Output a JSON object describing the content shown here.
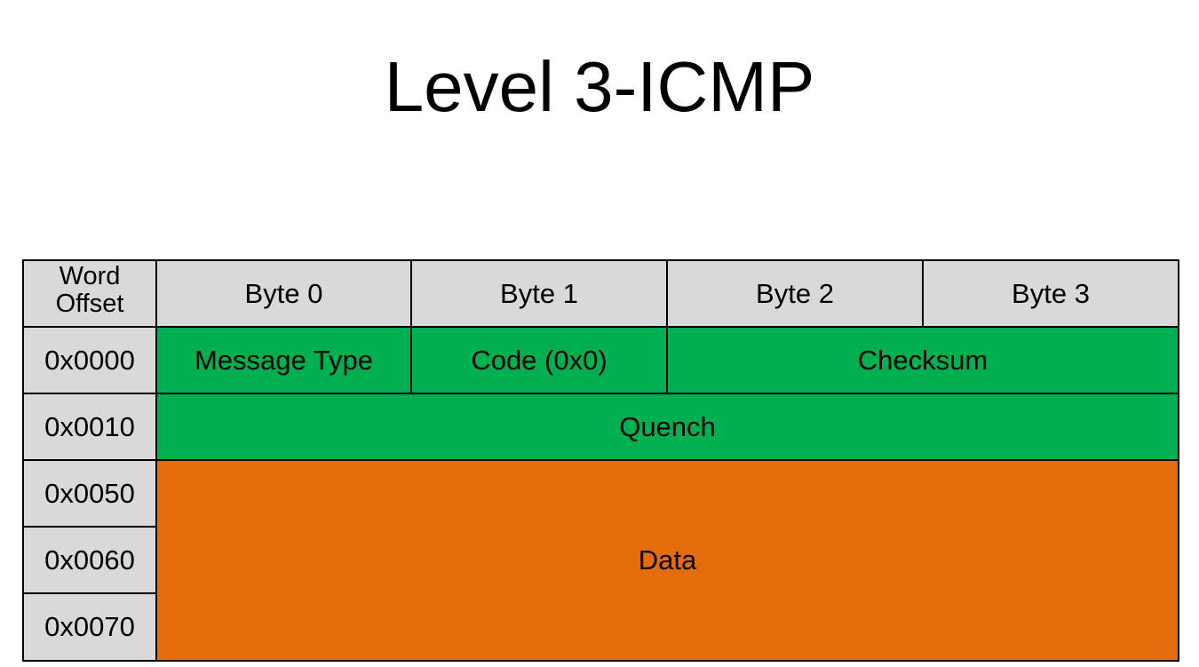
{
  "title": "Level 3-ICMP",
  "header": {
    "offset_label_line1": "Word",
    "offset_label_line2": "Offset",
    "bytes": [
      "Byte 0",
      "Byte 1",
      "Byte 2",
      "Byte 3"
    ]
  },
  "offsets": [
    "0x0000",
    "0x0010",
    "0x0050",
    "0x0060",
    "0x0070"
  ],
  "fields": {
    "message_type": "Message Type",
    "code": "Code (0x0)",
    "checksum": "Checksum",
    "quench": "Quench",
    "data": "Data"
  },
  "colors": {
    "header": "#d9d9d9",
    "header_fields": "#00b050",
    "payload": "#e46c0a",
    "border": "#000000"
  }
}
